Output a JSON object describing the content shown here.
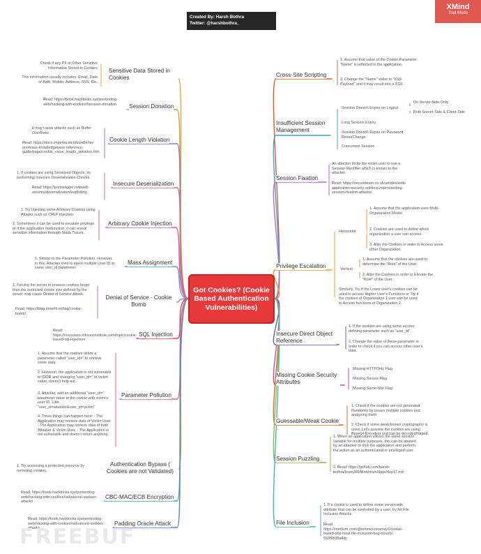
{
  "header": {
    "credit_line1": "Created By: Harsh Bothra",
    "credit_line2": "Twitter: @harshbothra_",
    "xmind_title": "XMind",
    "xmind_sub": "Trial Mode"
  },
  "center": {
    "title": "Got Cookies? (Cookie Based Authentication Vulnerabilities)"
  },
  "watermark": "FREEBUF",
  "left_topics": {
    "sensitive": "Sensitive Data Stored in Cookies",
    "donation": "Session Donation",
    "length": "Cookie Length Violation",
    "deserial": "Insecure Deserialization",
    "arbitrary": "Arbitrary Cookie Injection",
    "mass": "Mass Assignment",
    "dos": "Denial of Service - Cookie Bomb",
    "sqli": "SQL Injection",
    "param": "Parameter Pollution",
    "authbypass": "Authentication Bypass ( Cookies are not Validated)",
    "cbc": "CBC-MAC/ECB Encryption",
    "padding": "Padding Oracle Attack"
  },
  "right_topics": {
    "xss": "Cross-Site Scripting",
    "ism": "Insufficient Session Management",
    "fixation": "Session Fixation",
    "privesc": "Privilege Escalation",
    "idor": "Insecure Direct Object Reference",
    "missing": "Missing Cookie Security Attributes",
    "weak": "Guessable/Weak Cookie",
    "puzzling": "Session Puzzling",
    "fileinc": "File Inclusion"
  },
  "notes": {
    "sens1": "Check if any PII or Other Sensitive Information Stored in Cookies",
    "sens2": "This information usually includes: Email, Date of Birth, Mobile, Address, SSN, Etc.",
    "don1": "Read: https://book.hacktricks.xyz/pentesting-web/hacking-with-cookies#session-donation",
    "len1": "It may cause attacks such as Buffer Overflows",
    "len2": "Read: https://docs.imperva.com/bundle/on-premises-knowledgebase-reference-guide/page/cookie_value_length_violation.htm",
    "des1": "1. If cookies are using Serialized Objects, try performing Insecure Deserialization Checks.",
    "des2": "Read: https://portswigger.net/web-security/deserialization/exploiting",
    "arb1": "1. Try Injecting some Arbitrary Cookies using Attacks such as CRLF Injection.",
    "arb2": "2. Sometimes it can be used to escalate privilege or if the application malfunction, it can reveal sensitive information through Stack Traces.",
    "mass1": "1. Similar to the Parameter Pollution, However, in this, Attacker tried to inject multiple User ID in same user_id parameter.",
    "dos1": "1. Forcing the server to process cookies larger than the restricted cookie size defined by the server may cause Denial of Service Attack.",
    "dos2": "Read: https://blog.innerht.ml/tag/cookie-bomb/",
    "sql1": "Read: https://resources.infosecinstitute.com/topic/cookie-based-sql-injection/",
    "pp1": "1. Assume that the cookies utilize a parameter called \"user_id=\" to retrieve some data.",
    "pp2": "2. However, the application is not vulnerable to IDOR and changing \"user_id=\" to victim value, doesn't help out.",
    "pp3": "3. Attacker, add an additional \"user_id=\" parameter value to the cookie with victim's user ID. Like: \"user_id=attacker&user_id=victim\"",
    "pp4": "4. Three things can happen here: - The Application may retrieve data of Victim User - The Application may retrieve data of both Attacker & Victim User. - The Application is not vulnerable and doesn't return anything.",
    "ab1": "1. Try accessing a protected resource by removing cookies.",
    "cbc1": "Read: https://book.hacktricks.xyz/pentesting-web/hacking-with-cookies#advanced-cookies-attacks",
    "po1": "Read: https://book.hacktricks.xyz/pentesting-web/hacking-with-cookies#advanced-cookies-attacks",
    "xss1": "1. Assume that value of the Cookie Parameter \"Name\" is reflected in the application.",
    "xss2": "2. Change the \"Name\" value to \"XSS Payload\" and it may result into a XSS.",
    "ism1": "Session Doesn't Expire on Logout",
    "ism1a": "On Server-Side Only",
    "ism1b": "Both Server-Side & Client-Side",
    "ism2": "Long Session Expiry",
    "ism3": "Session Doesn't Expire on Password Reset/Change",
    "ism4": "Concurrent Session",
    "fix1": "An attacker tricks the victim user to use a Session Identifier which is known to the attacker.",
    "fix2": "Read: https://secureteam.co.uk/articles/web-application-security-articles/understanding-session-fixation-attacks/",
    "pe_h": "Horizontal",
    "pe_h1": "1. Assume that the application uses Multi-Organization Model.",
    "pe_h2": "2. Cookies are used to define which organization a user can access.",
    "pe_h3": "3. Alter the Cookies in order to Access some other Organization.",
    "pe_v": "Vertical",
    "pe_v1": "1. Assume that the cookies are used to determine the \"Role\" of the User.",
    "pe_v2": "2. Alter the Cookies in order to Elevate the \"Role\" of the User.",
    "pe_s": "Similarly, Try if the Lower user's cookies can be used to access Higher User's Functions or Try if the cookies of Organization 1 user can be used to Access functions of Organization 2.",
    "idor1": "1. If the cookies are using some access defining parameter such as \"user_id\"",
    "idor2": "2. Change the value of these parameter in order to check if you can access other user's data.",
    "mis1": "Missing HTTPOnly Flag",
    "mis2": "Missing Secure Flag",
    "mis3": "Missing Same-Site Flag",
    "weak1": "1. Check if the cookies are not generated Randomly by issues multiple cookies and analyzing them.",
    "weak2": "2. Check if some weak/known cryptography is used. Let's assume the cookies are using Base64 Encoding and can be decoded/forged easily.",
    "puz1": "1. When an application utilizes the same session variable for multiple purposes, this can be abused by an attacker to trick the application and perform the action as an authenticated or privileged user.",
    "puz2": "2. Read: https://github.com/harsh-bothra/learn365/blob/main/days/day17.md",
    "fi1": "1. If a cookie is used to define some server-side attribute that can be controlled by a user, try for File Inclusion Attacks.",
    "fi2": "Read: https://medium.com/@tehmezovtamay1/cookie-based-php-local-file-inclusion-bug-bounty-553f9b38a4dc"
  }
}
